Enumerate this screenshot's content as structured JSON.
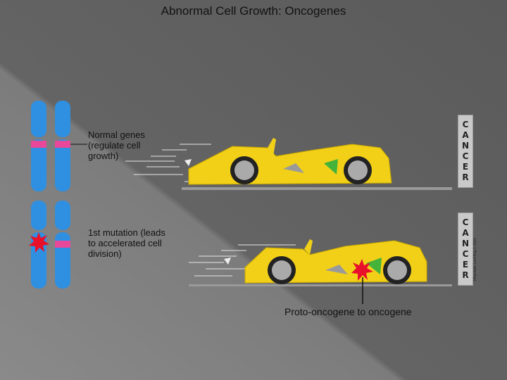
{
  "title": "Abnormal Cell Growth: Oncogenes",
  "normal_label": "Normal genes (regulate cell growth)",
  "mutation_label": "1st mutation (leads to accelerated cell division)",
  "proto_label": "Proto-oncogene to oncogene",
  "cancer_letters": [
    "C",
    "A",
    "N",
    "C",
    "E",
    "R"
  ],
  "credit": "©Rachelle Lord Kilg © 2004",
  "colors": {
    "chromosome": "#2f8fe0",
    "gene_band": "#e8489a",
    "car_body": "#f2d018",
    "mutation_star": "#e8102a",
    "background": "#6e6e6e"
  }
}
